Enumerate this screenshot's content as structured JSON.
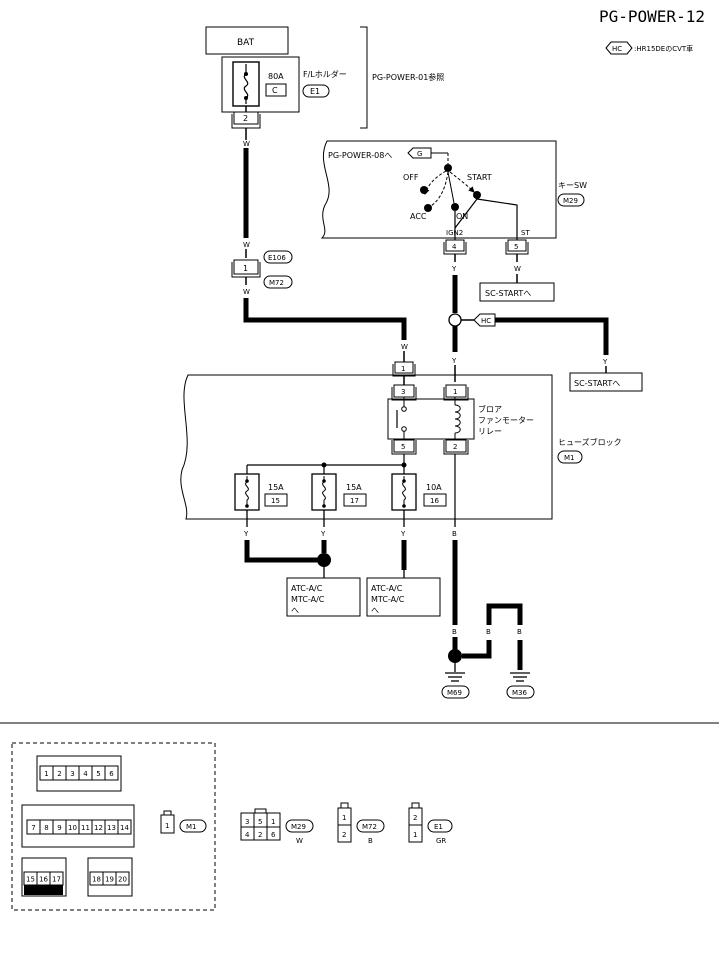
{
  "title": "PG-POWER-12",
  "hc_note": {
    "tag": "HC",
    "text": ":HR15DEのCVT車"
  },
  "battery": {
    "label": "BAT"
  },
  "fusible_link": {
    "rating": "80A",
    "code": "C",
    "label": "F/Lホルダー",
    "connector": "E1",
    "pin": "2",
    "reference": "PG-POWER-01参照"
  },
  "wire_colors": {
    "top_feed": "W",
    "e106_top": "W",
    "e106_bottom": "W",
    "fuse_block_in": "W",
    "ign2": "Y",
    "st": "W",
    "hc_branch": "Y",
    "relay_in": "Y",
    "fuse15": "Y",
    "fuse17": "Y",
    "fuse16": "Y",
    "ground_main": "B",
    "ground_loop_a": "B",
    "ground_loop_b": "B"
  },
  "ignition_switch": {
    "label": "キーSW",
    "connector": "M29",
    "ref": "PG-POWER-08へ",
    "ref_tag": "G",
    "off": "OFF",
    "acc": "ACC",
    "on": "ON",
    "start": "START",
    "ign2_label": "IGN2",
    "st_label": "ST",
    "pin_ign2": "4",
    "pin_st": "5"
  },
  "junction_connectors": {
    "e106": "E106",
    "m72": "M72",
    "pin": "1"
  },
  "sc_start_1": "SC-STARTへ",
  "sc_start_2": "SC-STARTへ",
  "hc_tag": "HC",
  "fuse_block": {
    "label": "ヒューズブロック",
    "connector": "M1",
    "input_pin": "1",
    "relay": {
      "name_line1": "ブロア",
      "name_line2": "ファンモーター",
      "name_line3": "リレー",
      "pin3": "3",
      "pin5": "5",
      "pin1": "1",
      "pin2": "2",
      "top_pin": "1"
    },
    "fuses": [
      {
        "rating": "15A",
        "number": "15"
      },
      {
        "rating": "15A",
        "number": "17"
      },
      {
        "rating": "10A",
        "number": "16"
      }
    ]
  },
  "destinations": {
    "box1": {
      "line1": "ATC-A/C",
      "line2": "MTC-A/C",
      "line3": "へ"
    },
    "box2": {
      "line1": "ATC-A/C",
      "line2": "MTC-A/C",
      "line3": "へ"
    }
  },
  "grounds": {
    "g1": "M69",
    "g2": "M36"
  },
  "connector_views": {
    "fuse_block_rows": {
      "row1": [
        "1",
        "2",
        "3",
        "4",
        "5",
        "6"
      ],
      "row2": [
        "7",
        "8",
        "9",
        "10",
        "11",
        "12",
        "13",
        "14"
      ],
      "row3a": [
        "15",
        "16",
        "17"
      ],
      "row3b": [
        "18",
        "19",
        "20"
      ]
    },
    "m1": {
      "pin": "1",
      "label": "M1"
    },
    "m29": {
      "top": [
        "3",
        "5",
        "1"
      ],
      "bottom": [
        "4",
        "2",
        "6"
      ],
      "label": "M29",
      "color": "W"
    },
    "m72": {
      "pins": [
        "1",
        "2"
      ],
      "label": "M72",
      "color": "B"
    },
    "e1": {
      "pins": [
        "2",
        "1"
      ],
      "label": "E1",
      "color": "GR"
    }
  }
}
